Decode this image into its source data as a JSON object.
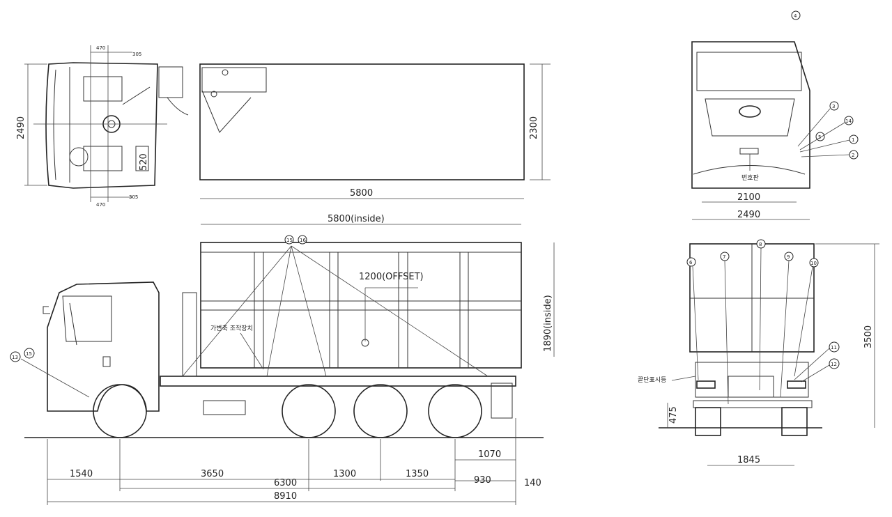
{
  "top_view": {
    "dims": {
      "width": "2490",
      "box_width": "2300",
      "box_length": "5800",
      "seat": "520",
      "top_a": "470",
      "top_b": "305",
      "bottom_a": "470",
      "bottom_b": "305"
    }
  },
  "side_view": {
    "dims": {
      "inside_length": "5800(inside)",
      "offset": "1200(OFFSET)",
      "inside_height": "1890(inside)",
      "front_overhang": "1540",
      "wb1": "3650",
      "wb2": "1300",
      "wb3": "1350",
      "wheelbase_total": "6300",
      "overall_length": "8910",
      "rear_a": "1070",
      "rear_b": "930",
      "rear_c": "140"
    },
    "labels": {
      "axle_control": "가변축 조작장치"
    },
    "markers": [
      "15",
      "16",
      "13",
      "15"
    ]
  },
  "front_view": {
    "dims": {
      "track": "2100",
      "width": "2490"
    },
    "labels": {
      "plate": "번호판"
    },
    "markers": [
      "4",
      "3",
      "14",
      "5",
      "1",
      "2"
    ]
  },
  "rear_view": {
    "dims": {
      "height": "3500",
      "ground": "475",
      "track": "1845"
    },
    "labels": {
      "end_lamp": "끝단표시등"
    },
    "markers": [
      "6",
      "7",
      "8",
      "9",
      "10",
      "11",
      "12"
    ]
  }
}
